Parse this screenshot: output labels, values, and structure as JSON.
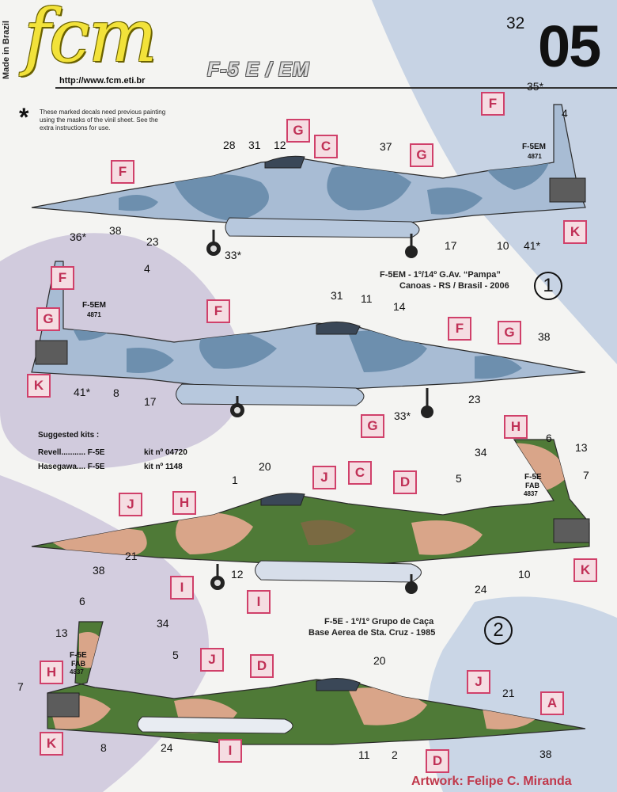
{
  "header": {
    "logo": "fcm",
    "made_in": "Made in Brazil",
    "model": "F-5 E / EM",
    "url": "http://www.fcm.eti.br",
    "scale": "32",
    "sheet_number": "05"
  },
  "note": {
    "symbol": "*",
    "text": "These marked decals need previous painting using the masks of the vinil sheet.   See the extra instructions for use."
  },
  "schemes": [
    {
      "number": "1",
      "title": "F-5EM - 1º/14º G.Av. “Pampa”",
      "subtitle": "Canoas - RS / Brasil - 2006"
    },
    {
      "number": "2",
      "title": "F-5E - 1º/1º Grupo de Caça",
      "subtitle": "Base Aerea de Sta. Cruz - 1985"
    }
  ],
  "kits": {
    "heading": "Suggested kits :",
    "items": [
      {
        "brand": "Revell........... F-5E",
        "kit": "kit nº 04720"
      },
      {
        "brand": "Hasegawa.... F-5E",
        "kit": "kit nº 1148"
      }
    ]
  },
  "artwork": "Artwork: Felipe C. Miranda",
  "colors": {
    "pink_label": "#d0406a",
    "camo_green": "#4f7a37",
    "camo_tan": "#d9a589",
    "camo_gray": "#7f9fbe"
  },
  "aircraft_texts": {
    "code_em": "F-5EM",
    "serial_em": "4871",
    "code_e": "F-5E",
    "fab": "FAB",
    "serial_e": "4837"
  },
  "callouts": {
    "a1": {
      "letters": [
        "F",
        "G",
        "C",
        "G",
        "F",
        "K"
      ],
      "numbers": [
        "35*",
        "4",
        "28",
        "31",
        "12",
        "37",
        "38",
        "23",
        "33*",
        "17",
        "10",
        "41*"
      ]
    },
    "a2": {
      "letters": [
        "F",
        "G",
        "K",
        "F",
        "F",
        "G",
        "G"
      ],
      "numbers": [
        "36*",
        "4",
        "41*",
        "8",
        "17",
        "31",
        "11",
        "14",
        "38",
        "23",
        "33*"
      ]
    },
    "a3": {
      "letters": [
        "H",
        "J",
        "H",
        "J",
        "C",
        "D",
        "I",
        "I",
        "K"
      ],
      "numbers": [
        "6",
        "13",
        "7",
        "34",
        "5",
        "1",
        "20",
        "38",
        "21",
        "12",
        "24",
        "10"
      ]
    },
    "a4": {
      "letters": [
        "H",
        "J",
        "D",
        "J",
        "A",
        "K",
        "I",
        "D"
      ],
      "numbers": [
        "6",
        "34",
        "13",
        "5",
        "7",
        "20",
        "21",
        "8",
        "24",
        "11",
        "2",
        "38"
      ]
    }
  }
}
